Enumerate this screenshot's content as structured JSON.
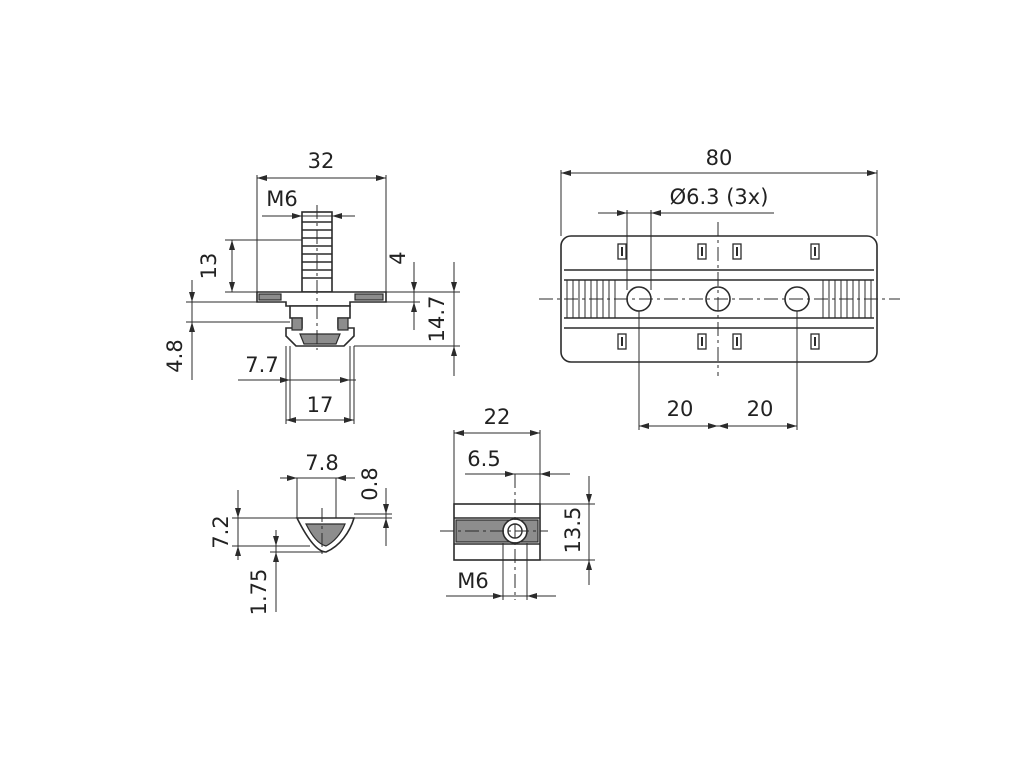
{
  "drawing": {
    "front_view": {
      "width": "32",
      "thread": "M6",
      "bolt_height": "13",
      "plate_thickness": "4",
      "total_height": "14.7",
      "nut_offset": "4.8",
      "neck_width": "7.7",
      "nut_width": "17"
    },
    "top_view": {
      "length": "80",
      "hole_spec": "Ø6.3 (3x)",
      "pitch_left": "20",
      "pitch_right": "20"
    },
    "nut_profile": {
      "top_width": "7.8",
      "top_offset": "0.8",
      "height": "7.2",
      "depth": "1.75"
    },
    "nut_side": {
      "length": "22",
      "hole_offset": "6.5",
      "height": "13.5",
      "thread": "M6"
    }
  }
}
